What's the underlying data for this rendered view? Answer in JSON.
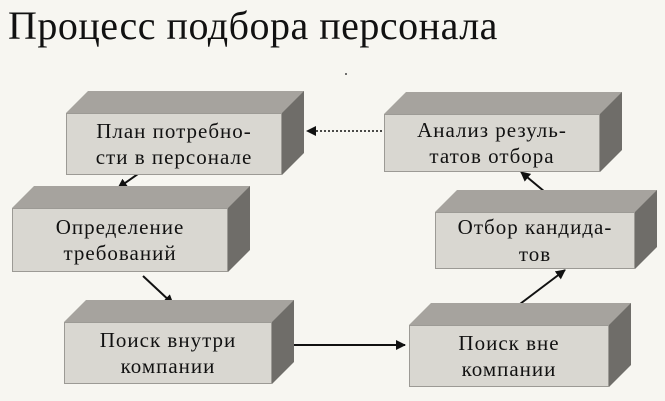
{
  "title": "Процесс подбора персонала",
  "boxes": {
    "plan": "План потребно-\nсти в персонале",
    "requirements": "Определение\nтребований",
    "internal": "Поиск внутри\nкомпании",
    "external": "Поиск вне\nкомпании",
    "selection": "Отбор кандида-\nтов",
    "analysis": "Анализ резуль-\nтатов отбора"
  },
  "colors": {
    "front": "#d9d7d1",
    "top": "#a6a39e",
    "side": "#6f6d69",
    "arrow": "#111111"
  }
}
